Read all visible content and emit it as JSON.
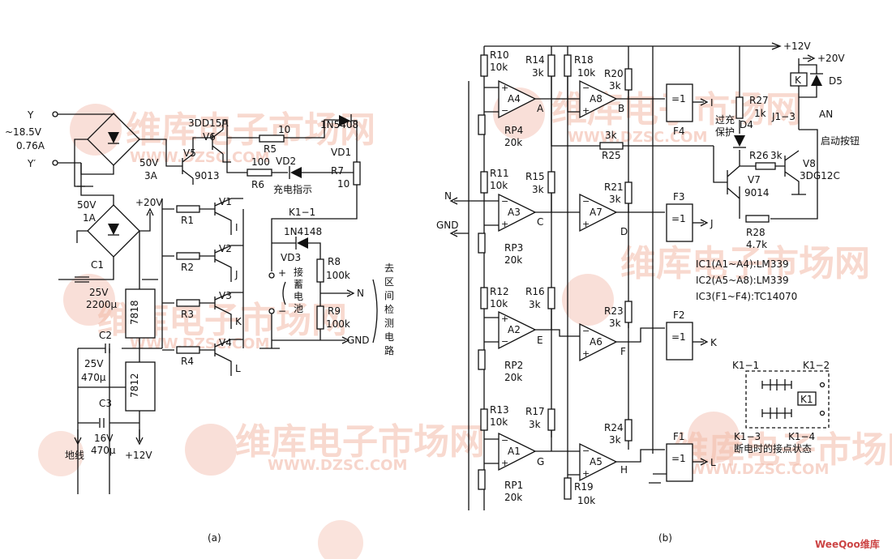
{
  "captions": {
    "a": "(a)",
    "b": "(b)"
  },
  "watermark": {
    "brand": "维库电子市场网",
    "url": "WWW.DZSC.COM",
    "corner": "WeeQoo维库"
  },
  "left": {
    "y_terminal": "Y",
    "y2_terminal": "Y′",
    "supply_voltage": "~18.5V",
    "supply_current": "0.76A",
    "bridge1_rating": [
      "50V",
      "3A"
    ],
    "bridge2_rating": [
      "50V",
      "1A"
    ],
    "v5": "V5",
    "v5_part": "9013",
    "v6_part": "3DD15A",
    "v6": "V6",
    "r5": "R5",
    "r5_val": "10",
    "r6": "R6",
    "r6_val": "100",
    "vd2": "VD2",
    "charge_indicator": "充电指示",
    "vd1_part": "1N5408",
    "vd1": "VD1",
    "r7": "R7",
    "r7_val": "10",
    "k1_1": "K1−1",
    "vd3_part": "1N4148",
    "vd3": "VD3",
    "battery_label": [
      "接",
      "蓄",
      "电",
      "池"
    ],
    "r8": "R8",
    "r8_val": "100k",
    "r9": "R9",
    "r9_val": "100k",
    "n_label": "N",
    "gnd_label": "GND",
    "detect_label": [
      "去",
      "区",
      "间",
      "检",
      "测",
      "电",
      "路"
    ],
    "plus20v": "+20V",
    "resistors": [
      "R1",
      "R2",
      "R3",
      "R4"
    ],
    "transistors": [
      "V1",
      "V2",
      "V3",
      "V4"
    ],
    "outputs": [
      "I",
      "J",
      "K",
      "L"
    ],
    "c1": "C1",
    "c1_val": [
      "25V",
      "2200μ"
    ],
    "reg1": "7818",
    "c2": "C2",
    "c2_val": [
      "25V",
      "470μ"
    ],
    "reg2": "7812",
    "c3": "C3",
    "c3_val": [
      "16V",
      "470μ"
    ],
    "ground_wire": "地线",
    "plus12v": "+12V",
    "plus_sign": "+",
    "minus_sign": "−"
  },
  "right": {
    "plus12v": "+12V",
    "plus20v": "+20V",
    "d5": "D5",
    "k_label": "K",
    "an": "AN",
    "j1_3": "J1−3",
    "start_button": "启动按钮",
    "r27": "R27",
    "r27_val": "1k",
    "overcharge": [
      "过充",
      "保护"
    ],
    "d4": "D4",
    "r26": "R26",
    "r26_val": "3k",
    "v8": "V8",
    "v8_part": "3DG12C",
    "v7": "V7",
    "v7_part": "9014",
    "r28": "R28",
    "r28_val": "4.7k",
    "r25": "R25",
    "r25_val": "3k",
    "n_label": "N",
    "gnd_label": "GND",
    "xor": "=1",
    "gates": [
      "F4",
      "F3",
      "F2",
      "F1"
    ],
    "gate_inputs": [
      "I",
      "J",
      "K",
      "L"
    ],
    "r10": "R10",
    "r11": "R11",
    "r12": "R12",
    "r13": "R13",
    "r14": "R14",
    "r15": "R15",
    "r16": "R16",
    "r17": "R17",
    "r18": "R18",
    "r19": "R19",
    "r20": "R20",
    "r21": "R21",
    "r23": "R23",
    "r24": "R24",
    "v10k": "10k",
    "v3k": "3k",
    "rp4": "RP4",
    "rp3": "RP3",
    "rp2": "RP2",
    "rp1": "RP1",
    "v20k": "20k",
    "a_left": [
      "A4",
      "A3",
      "A2",
      "A1"
    ],
    "a_right": [
      "A8",
      "A7",
      "A6",
      "A5"
    ],
    "nodes_left": [
      "A",
      "C",
      "E",
      "G"
    ],
    "nodes_right": [
      "B",
      "D",
      "F",
      "H"
    ],
    "ic1": "IC1(A1~A4):LM339",
    "ic2": "IC2(A5~A8):LM339",
    "ic3": "IC3(F1~F4):TC14070",
    "k1_1": "K1−1",
    "k1_2": "K1−2",
    "k1_3": "K1−3",
    "k1_4": "K1−4",
    "k1": "K1",
    "contact_state": "断电时的接点状态",
    "plus_sign": "+",
    "minus_sign": "−"
  }
}
